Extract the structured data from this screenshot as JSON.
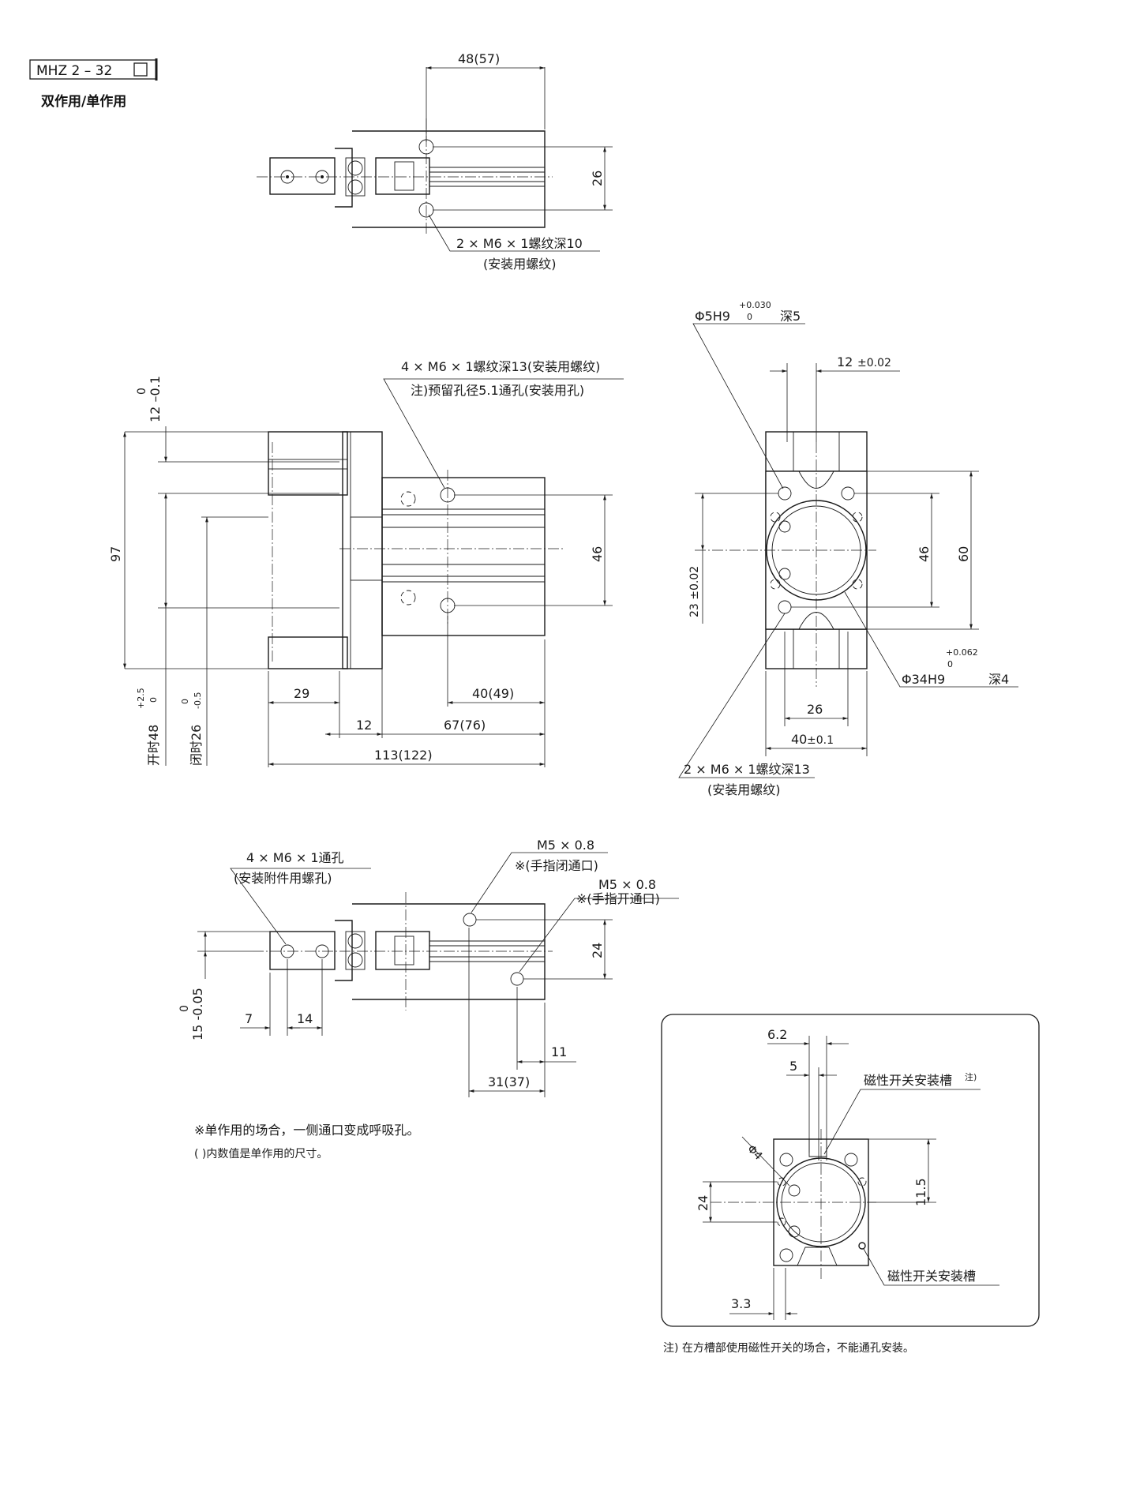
{
  "header": {
    "model": "MHZ 2 – 32",
    "subtitle": "双作用/单作用"
  },
  "top_view": {
    "dim_top": "48(57)",
    "dim_side": "26",
    "note_line1": "2 × M6 × 1螺纹深10",
    "note_line2": "(安装用螺纹)"
  },
  "front_view": {
    "note_line1": "4 × M6 × 1螺纹深13(安装用螺纹)",
    "note_line2": "注)预留孔径5.1通孔(安装用孔)",
    "dim_12_tol_hi": "0",
    "dim_12_tol_lo": "12  –0.1",
    "dim_97": "97",
    "dim_46": "46",
    "dim_open_main": "开时48",
    "dim_open_tol_hi": "+2.5",
    "dim_open_tol_lo": "0",
    "dim_close_main": "闭时26",
    "dim_close_tol_hi": "0",
    "dim_close_tol_lo": "-0.5",
    "dim_29": "29",
    "dim_40": "40(49)",
    "dim_12": "12",
    "dim_67": "67(76)",
    "dim_113": "113(122)"
  },
  "side_view": {
    "phi5_main": "Φ5H9",
    "phi5_tol_hi": "+0.030",
    "phi5_tol_lo": "0",
    "phi5_depth": "深5",
    "dim_12": "12",
    "dim_12_tol": "±0.02",
    "dim_23": "23 ±0.02",
    "dim_46": "46",
    "dim_60": "60",
    "phi34_main": "Φ34H9",
    "phi34_tol_hi": "+0.062",
    "phi34_tol_lo": "0",
    "phi34_depth": "深4",
    "dim_26": "26",
    "dim_40": "40",
    "dim_40_tol": "±0.1",
    "note_line1": "2 × M6 × 1螺纹深13",
    "note_line2": "(安装用螺纹)"
  },
  "bottom_view": {
    "note_a1": "4 × M6 × 1通孔",
    "note_a2": "(安装附件用螺孔)",
    "note_b1": "M5 × 0.8",
    "note_b2": "※(手指闭通口)",
    "note_c1": "M5 × 0.8",
    "note_c2": "※(手指开通口)",
    "dim_15_hi": "0",
    "dim_15_lo": "15 -0.05",
    "dim_7": "7",
    "dim_14": "14",
    "dim_24": "24",
    "dim_11": "11",
    "dim_31": "31(37)"
  },
  "notes": {
    "note_single": "※单作用的场合，一侧通口变成呼吸孔。",
    "note_paren": "(  )内数值是单作用的尺寸。"
  },
  "detail_box": {
    "dim_6_2": "6.2",
    "dim_5": "5",
    "slot_label": "磁性开关安装槽",
    "slot_sup": "注)",
    "phi4": "Φ4",
    "dim_11_5": "11.5",
    "dim_24": "24",
    "slot_label2": "磁性开关安装槽",
    "dim_3_3": "3.3",
    "footnote": "注) 在方槽部使用磁性开关的场合，不能通孔安装。"
  }
}
